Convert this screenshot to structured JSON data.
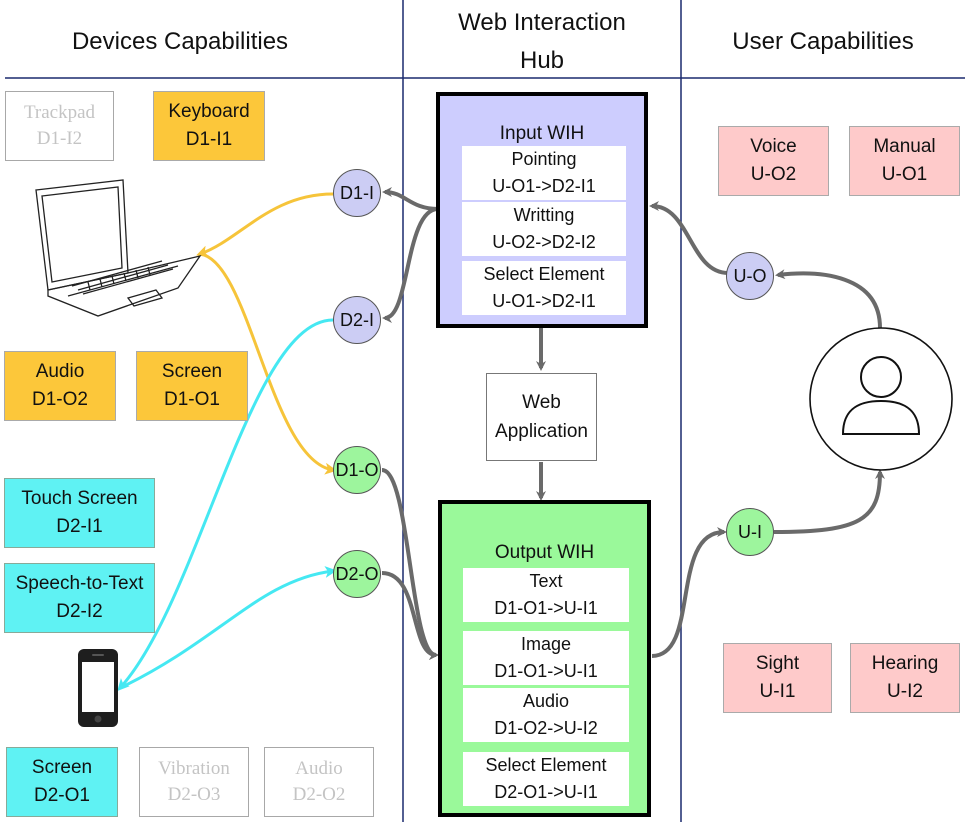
{
  "headers": {
    "devices": "Devices Capabilities",
    "hub_line1": "Web Interaction",
    "hub_line2": "Hub",
    "user": "User Capabilities"
  },
  "device_boxes": {
    "trackpad": {
      "name": "Trackpad",
      "code": "D1-I2"
    },
    "keyboard": {
      "name": "Keyboard",
      "code": "D1-I1"
    },
    "audio_d1": {
      "name": "Audio",
      "code": "D1-O2"
    },
    "screen_d1": {
      "name": "Screen",
      "code": "D1-O1"
    },
    "touch_screen": {
      "name": "Touch Screen",
      "code": "D2-I1"
    },
    "speech_to_text": {
      "name": "Speech-to-Text",
      "code": "D2-I2"
    },
    "screen_d2": {
      "name": "Screen",
      "code": "D2-O1"
    },
    "vibration": {
      "name": "Vibration",
      "code": "D2-O3"
    },
    "audio_d2": {
      "name": "Audio",
      "code": "D2-O2"
    }
  },
  "nodes": {
    "d1i": "D1-I",
    "d2i": "D2-I",
    "d1o": "D1-O",
    "d2o": "D2-O",
    "uo": "U-O",
    "ui": "U-I"
  },
  "input_wih": {
    "title": "Input WIH",
    "items": [
      {
        "label": "Pointing",
        "mapping": "U-O1->D2-I1"
      },
      {
        "label": "Writting",
        "mapping": "U-O2->D2-I2"
      },
      {
        "label": "Select Element",
        "mapping": "U-O1->D2-I1"
      }
    ]
  },
  "web_app": {
    "line1": "Web",
    "line2": "Application"
  },
  "output_wih": {
    "title": "Output WIH",
    "items": [
      {
        "label": "Text",
        "mapping": "D1-O1->U-I1"
      },
      {
        "label": "Image",
        "mapping": "D1-O1->U-I1"
      },
      {
        "label": "Audio",
        "mapping": "D1-O2->U-I2"
      },
      {
        "label": "Select Element",
        "mapping": "D2-O1->U-I1"
      }
    ]
  },
  "user_boxes": {
    "voice": {
      "name": "Voice",
      "code": "U-O2"
    },
    "manual": {
      "name": "Manual",
      "code": "U-O1"
    },
    "sight": {
      "name": "Sight",
      "code": "U-I1"
    },
    "hearing": {
      "name": "Hearing",
      "code": "U-I2"
    }
  },
  "colors": {
    "device1_link": "#f6c43a",
    "device2_link": "#45e8f2",
    "flow_arrow": "#6a6a6a",
    "divider": "#1a2a6e"
  }
}
